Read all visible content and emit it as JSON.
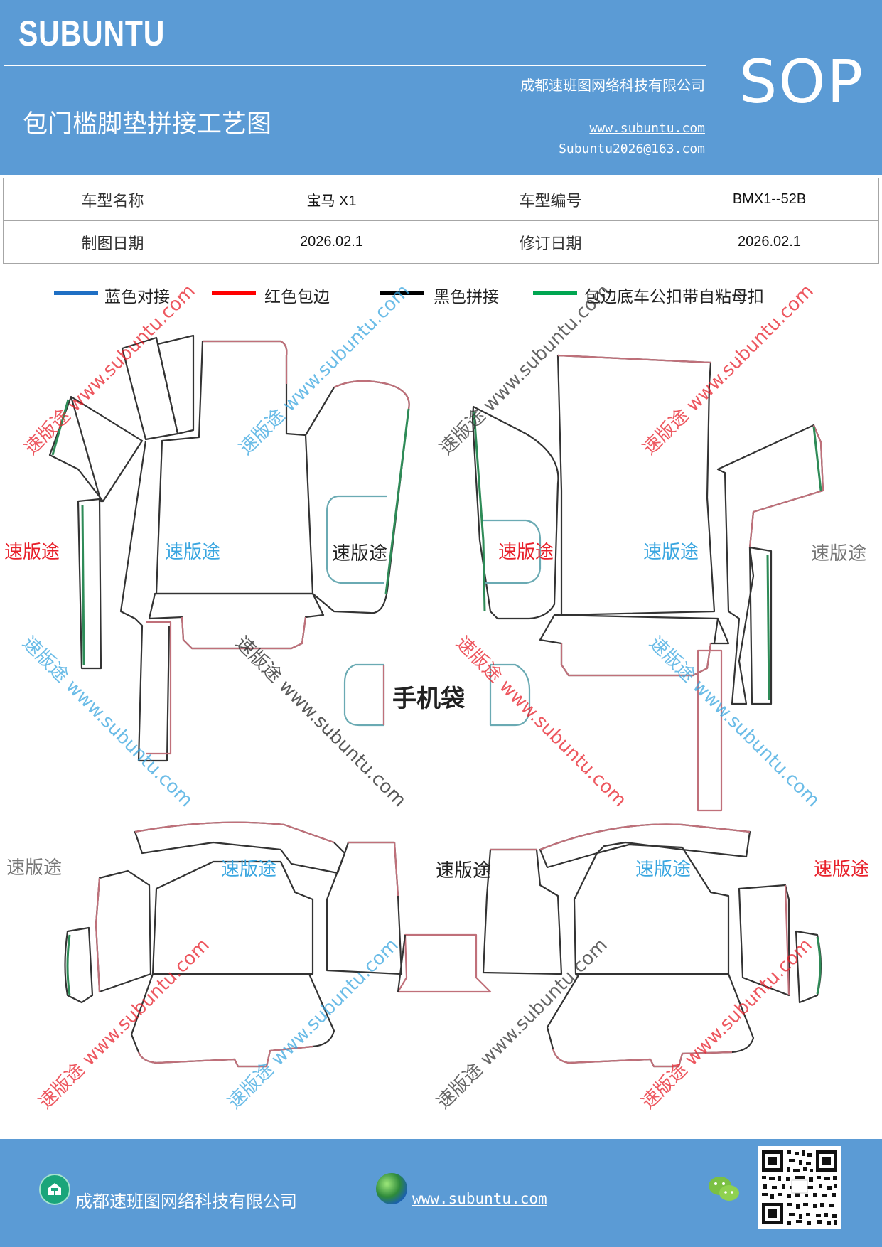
{
  "header": {
    "brand": "SUBUNTU",
    "company": "成都速班图网络科技有限公司",
    "title": "包门槛脚垫拼接工艺图",
    "url": "www.subuntu.com",
    "email": "Subuntu2026@163.com",
    "badge": "SOP"
  },
  "info_table": {
    "rows": [
      {
        "label1": "车型名称",
        "value1": "宝马 X1",
        "label2": "车型编号",
        "value2": "BMX1--52B"
      },
      {
        "label1": "制图日期",
        "value1": "2026.02.1",
        "label2": "修订日期",
        "value2": "2026.02.1"
      }
    ]
  },
  "legend": [
    {
      "label": "蓝色对接",
      "color": "#1f6fc4"
    },
    {
      "label": "红色包边",
      "color": "#ff0000"
    },
    {
      "label": "黑色拼接",
      "color": "#000000"
    },
    {
      "label": "包边底车公扣带自粘母扣",
      "color": "#00a651"
    }
  ],
  "diagram": {
    "phone_bag_label": "手机袋",
    "watermark_text": "速版途",
    "watermark_url": "www.subuntu.com"
  },
  "footer": {
    "company": "成都速班图网络科技有限公司",
    "url": "www.subuntu.com "
  },
  "colors": {
    "brand_blue": "#5b9bd5",
    "outline_black": "#333333",
    "outline_red": "#c0707a",
    "outline_green": "#2e8b57",
    "outline_teal": "#6aaab3"
  }
}
